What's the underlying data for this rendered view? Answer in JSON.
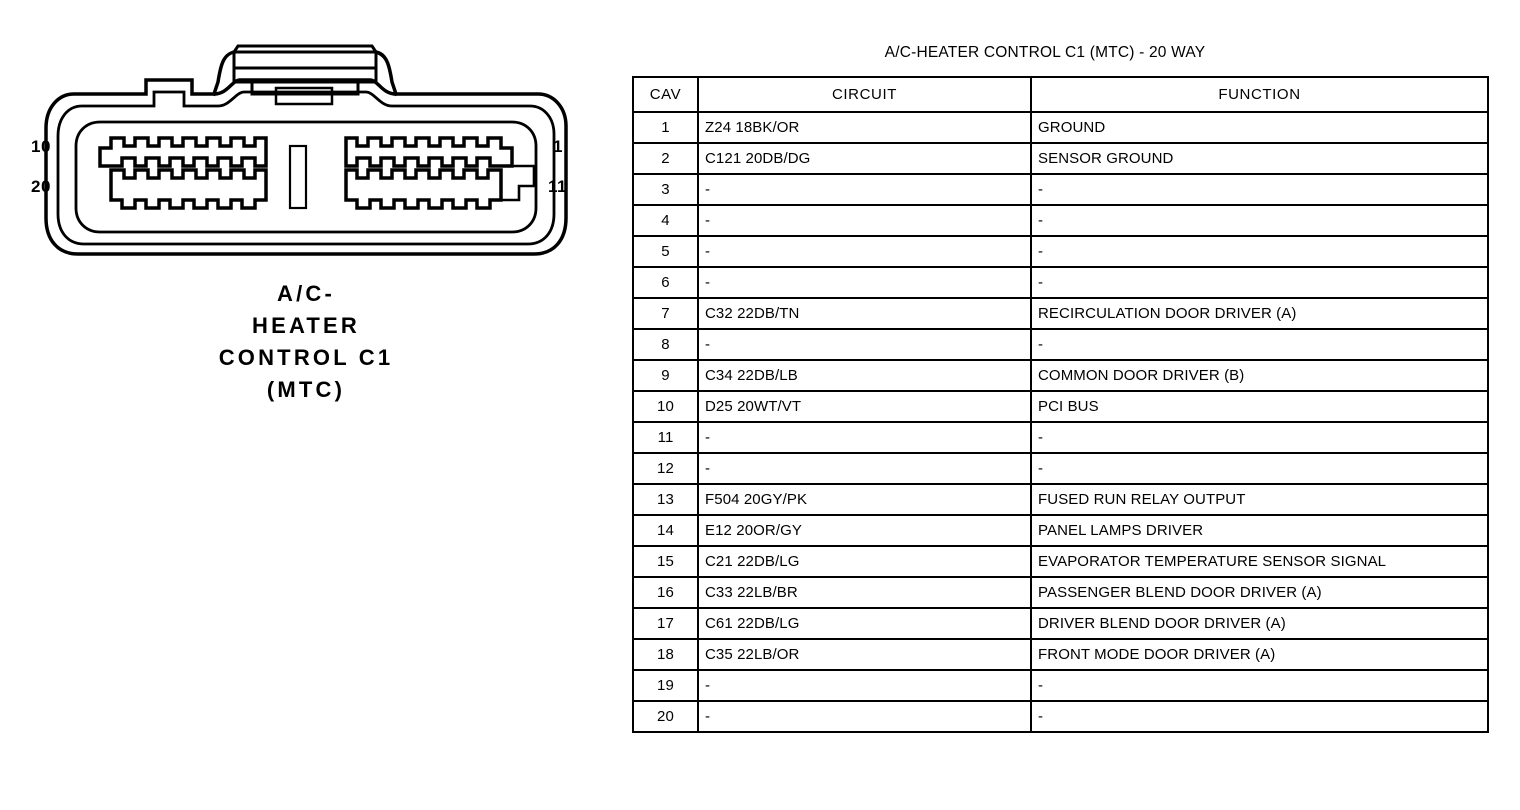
{
  "connector": {
    "caption_lines": [
      "A/C-",
      "HEATER",
      "CONTROL C1",
      "(MTC)"
    ],
    "pin_labels": {
      "top_left": "10",
      "bottom_left": "20",
      "top_right": "1",
      "bottom_right": "11"
    },
    "cavity_count": 20
  },
  "table": {
    "title": "A/C-HEATER CONTROL C1 (MTC) - 20 WAY",
    "columns": [
      "CAV",
      "CIRCUIT",
      "FUNCTION"
    ],
    "rows": [
      {
        "cav": "1",
        "circuit": "Z24 18BK/OR",
        "function": "GROUND"
      },
      {
        "cav": "2",
        "circuit": "C121 20DB/DG",
        "function": "SENSOR GROUND"
      },
      {
        "cav": "3",
        "circuit": "-",
        "function": "-"
      },
      {
        "cav": "4",
        "circuit": "-",
        "function": "-"
      },
      {
        "cav": "5",
        "circuit": "-",
        "function": "-"
      },
      {
        "cav": "6",
        "circuit": "-",
        "function": "-"
      },
      {
        "cav": "7",
        "circuit": "C32 22DB/TN",
        "function": "RECIRCULATION DOOR DRIVER (A)"
      },
      {
        "cav": "8",
        "circuit": "-",
        "function": "-"
      },
      {
        "cav": "9",
        "circuit": "C34 22DB/LB",
        "function": "COMMON DOOR DRIVER (B)"
      },
      {
        "cav": "10",
        "circuit": "D25 20WT/VT",
        "function": "PCI BUS"
      },
      {
        "cav": "11",
        "circuit": "-",
        "function": "-"
      },
      {
        "cav": "12",
        "circuit": "-",
        "function": "-"
      },
      {
        "cav": "13",
        "circuit": "F504 20GY/PK",
        "function": "FUSED RUN RELAY OUTPUT"
      },
      {
        "cav": "14",
        "circuit": "E12 20OR/GY",
        "function": "PANEL LAMPS DRIVER"
      },
      {
        "cav": "15",
        "circuit": "C21 22DB/LG",
        "function": "EVAPORATOR TEMPERATURE SENSOR SIGNAL"
      },
      {
        "cav": "16",
        "circuit": "C33 22LB/BR",
        "function": "PASSENGER BLEND DOOR DRIVER (A)"
      },
      {
        "cav": "17",
        "circuit": "C61 22DB/LG",
        "function": "DRIVER BLEND DOOR DRIVER (A)"
      },
      {
        "cav": "18",
        "circuit": "C35 22LB/OR",
        "function": "FRONT MODE DOOR DRIVER (A)"
      },
      {
        "cav": "19",
        "circuit": "-",
        "function": "-"
      },
      {
        "cav": "20",
        "circuit": "-",
        "function": "-"
      }
    ]
  },
  "colors": {
    "line": "#000000",
    "background": "#ffffff"
  }
}
